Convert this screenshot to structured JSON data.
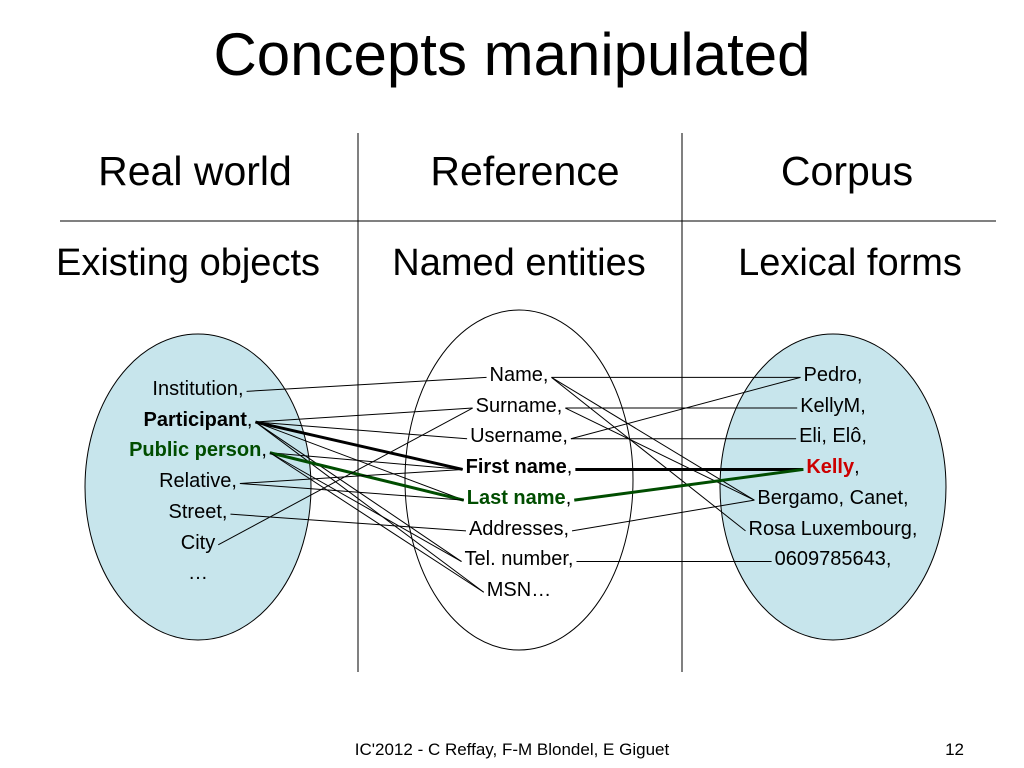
{
  "slide": {
    "title": "Concepts manipulated",
    "footer": "IC'2012 - C Reffay, F-M Blondel, E Giguet",
    "page_number": "12"
  },
  "columns": [
    {
      "header": "Real world",
      "subheader": "Existing objects"
    },
    {
      "header": "Reference",
      "subheader": "Named entities"
    },
    {
      "header": "Corpus",
      "subheader": "Lexical forms"
    }
  ],
  "colors": {
    "ellipse_fill": "#c7e5ec",
    "green": "#004d00",
    "red": "#cc0000",
    "line": "#000000"
  },
  "real_world_items": [
    {
      "text": "Institution,",
      "style": "normal"
    },
    {
      "text": "Participant",
      "suffix": ",",
      "style": "bold"
    },
    {
      "text": "Public person",
      "suffix": ",",
      "style": "bold-green"
    },
    {
      "text": "Relative,",
      "style": "normal"
    },
    {
      "text": "Street,",
      "style": "normal"
    },
    {
      "text": "City",
      "style": "normal"
    },
    {
      "text": "…",
      "style": "normal"
    }
  ],
  "reference_items": [
    {
      "text": "Name,",
      "style": "normal"
    },
    {
      "text": "Surname,",
      "style": "normal"
    },
    {
      "text": "Username,",
      "style": "normal"
    },
    {
      "text": "First name",
      "suffix": ",",
      "style": "bold"
    },
    {
      "text": "Last name",
      "suffix": ",",
      "style": "bold-green"
    },
    {
      "text": "Addresses,",
      "style": "normal"
    },
    {
      "text": "Tel. number,",
      "style": "normal"
    },
    {
      "text": "MSN…",
      "style": "normal"
    }
  ],
  "corpus_items": [
    {
      "text": "Pedro,",
      "style": "normal"
    },
    {
      "text": "KellyM,",
      "style": "normal"
    },
    {
      "text": "Eli, Elô,",
      "style": "normal"
    },
    {
      "text": "Kelly",
      "suffix": ",",
      "style": "bold-red"
    },
    {
      "text": "Bergamo, Canet,",
      "style": "normal"
    },
    {
      "text": "Rosa Luxembourg,",
      "style": "normal"
    },
    {
      "text": "0609785643,",
      "style": "normal"
    }
  ],
  "links_left": [
    {
      "from": 0,
      "to": 0,
      "style": "thin"
    },
    {
      "from": 1,
      "to": 1,
      "style": "thin"
    },
    {
      "from": 1,
      "to": 2,
      "style": "thin"
    },
    {
      "from": 1,
      "to": 3,
      "style": "thick"
    },
    {
      "from": 1,
      "to": 4,
      "style": "thin"
    },
    {
      "from": 1,
      "to": 6,
      "style": "thin"
    },
    {
      "from": 1,
      "to": 7,
      "style": "thin"
    },
    {
      "from": 2,
      "to": 3,
      "style": "thin"
    },
    {
      "from": 2,
      "to": 4,
      "style": "thick-green"
    },
    {
      "from": 2,
      "to": 6,
      "style": "thin"
    },
    {
      "from": 2,
      "to": 7,
      "style": "thin"
    },
    {
      "from": 3,
      "to": 3,
      "style": "thin"
    },
    {
      "from": 3,
      "to": 4,
      "style": "thin"
    },
    {
      "from": 4,
      "to": 5,
      "style": "thin"
    },
    {
      "from": 5,
      "to": 1,
      "style": "thin"
    }
  ],
  "links_right": [
    {
      "from": 0,
      "to": 0,
      "style": "thin"
    },
    {
      "from": 0,
      "to": 4,
      "style": "thin"
    },
    {
      "from": 0,
      "to": 5,
      "style": "thin"
    },
    {
      "from": 1,
      "to": 1,
      "style": "thin"
    },
    {
      "from": 1,
      "to": 4,
      "style": "thin"
    },
    {
      "from": 2,
      "to": 0,
      "style": "thin"
    },
    {
      "from": 2,
      "to": 2,
      "style": "thin"
    },
    {
      "from": 3,
      "to": 3,
      "style": "thick"
    },
    {
      "from": 4,
      "to": 3,
      "style": "thick-green"
    },
    {
      "from": 5,
      "to": 4,
      "style": "thin"
    },
    {
      "from": 6,
      "to": 6,
      "style": "thin"
    }
  ]
}
